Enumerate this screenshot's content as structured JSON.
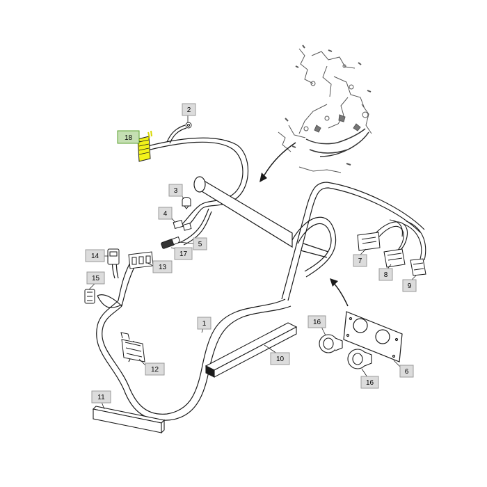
{
  "diagram": {
    "colors": {
      "background": "#ffffff",
      "line": "#1a1a1a",
      "callout_fill": "#dcdcdc",
      "callout_border": "#9a9a9a",
      "highlight_fill": "#f2f21a",
      "highlight_callout_fill": "#c5dfb3",
      "highlight_callout_border": "#5aa02c"
    },
    "callouts": [
      {
        "id": "c1",
        "label": "1"
      },
      {
        "id": "c2",
        "label": "2"
      },
      {
        "id": "c3",
        "label": "3"
      },
      {
        "id": "c4",
        "label": "4"
      },
      {
        "id": "c5",
        "label": "5"
      },
      {
        "id": "c6",
        "label": "6"
      },
      {
        "id": "c7",
        "label": "7"
      },
      {
        "id": "c8",
        "label": "8"
      },
      {
        "id": "c9",
        "label": "9"
      },
      {
        "id": "c10",
        "label": "10"
      },
      {
        "id": "c11",
        "label": "11"
      },
      {
        "id": "c12",
        "label": "12"
      },
      {
        "id": "c13",
        "label": "13"
      },
      {
        "id": "c14",
        "label": "14"
      },
      {
        "id": "c15",
        "label": "15"
      },
      {
        "id": "c16a",
        "label": "16"
      },
      {
        "id": "c16b",
        "label": "16"
      },
      {
        "id": "c17",
        "label": "17"
      },
      {
        "id": "c18",
        "label": "18",
        "highlighted": true
      }
    ]
  }
}
